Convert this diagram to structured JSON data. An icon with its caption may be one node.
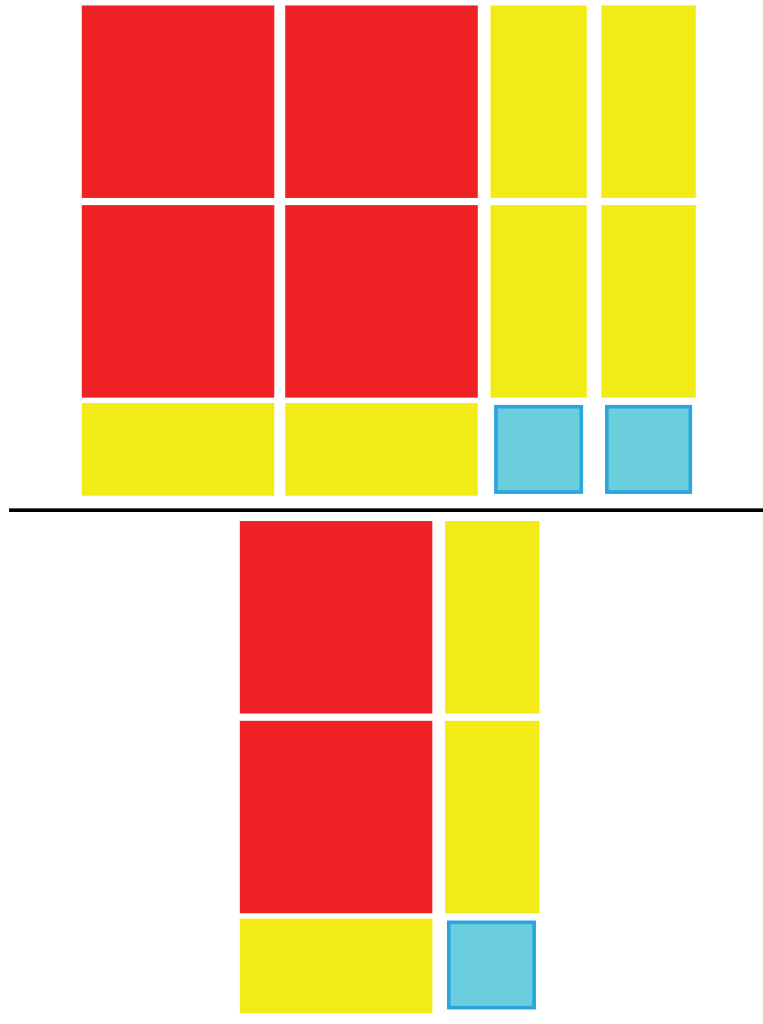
{
  "diagram": {
    "nodes": [
      {
        "text": [],
        "shape": "box"
      },
      {
        "text": [],
        "shape": "box"
      },
      {
        "text": [],
        "shape": "bar"
      },
      {
        "text": [],
        "shape": "bar"
      },
      {
        "text": [],
        "shape": "box"
      },
      {
        "text": [],
        "shape": "box"
      },
      {
        "text": [],
        "shape": "bar"
      },
      {
        "text": [],
        "shape": "bar"
      },
      {
        "text": [],
        "shape": "bar"
      },
      {
        "text": [],
        "shape": "bar"
      },
      {
        "text": [],
        "shape": "box"
      },
      {
        "text": [],
        "shape": "box"
      },
      {
        "text": [],
        "shape": "box"
      },
      {
        "text": [],
        "shape": "bar"
      },
      {
        "text": [],
        "shape": "box"
      },
      {
        "text": [],
        "shape": "bar"
      },
      {
        "text": [],
        "shape": "bar"
      },
      {
        "text": [],
        "shape": "box"
      }
    ]
  }
}
